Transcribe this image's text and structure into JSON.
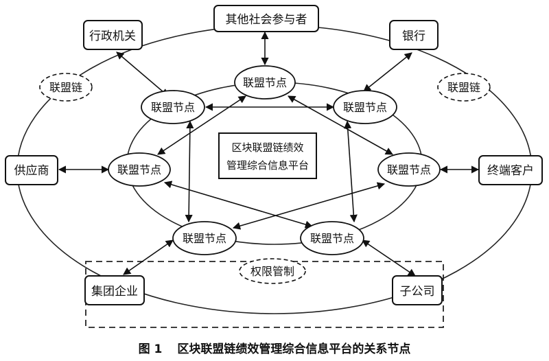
{
  "center": {
    "line1": "区块联盟链绩效",
    "line2": "管理综合信息平台"
  },
  "participants": {
    "top": "其他社会参与者",
    "admin": "行政机关",
    "bank": "银行",
    "supplier": "供应商",
    "customer": "终端客户",
    "group": "集团企业",
    "subsidiary": "子公司"
  },
  "node_label": "联盟节点",
  "chain_label": "联盟链",
  "permission_label": "权限管制",
  "caption": {
    "number": "图 1",
    "title": "区块联盟链绩效管理综合信息平台的关系节点"
  }
}
